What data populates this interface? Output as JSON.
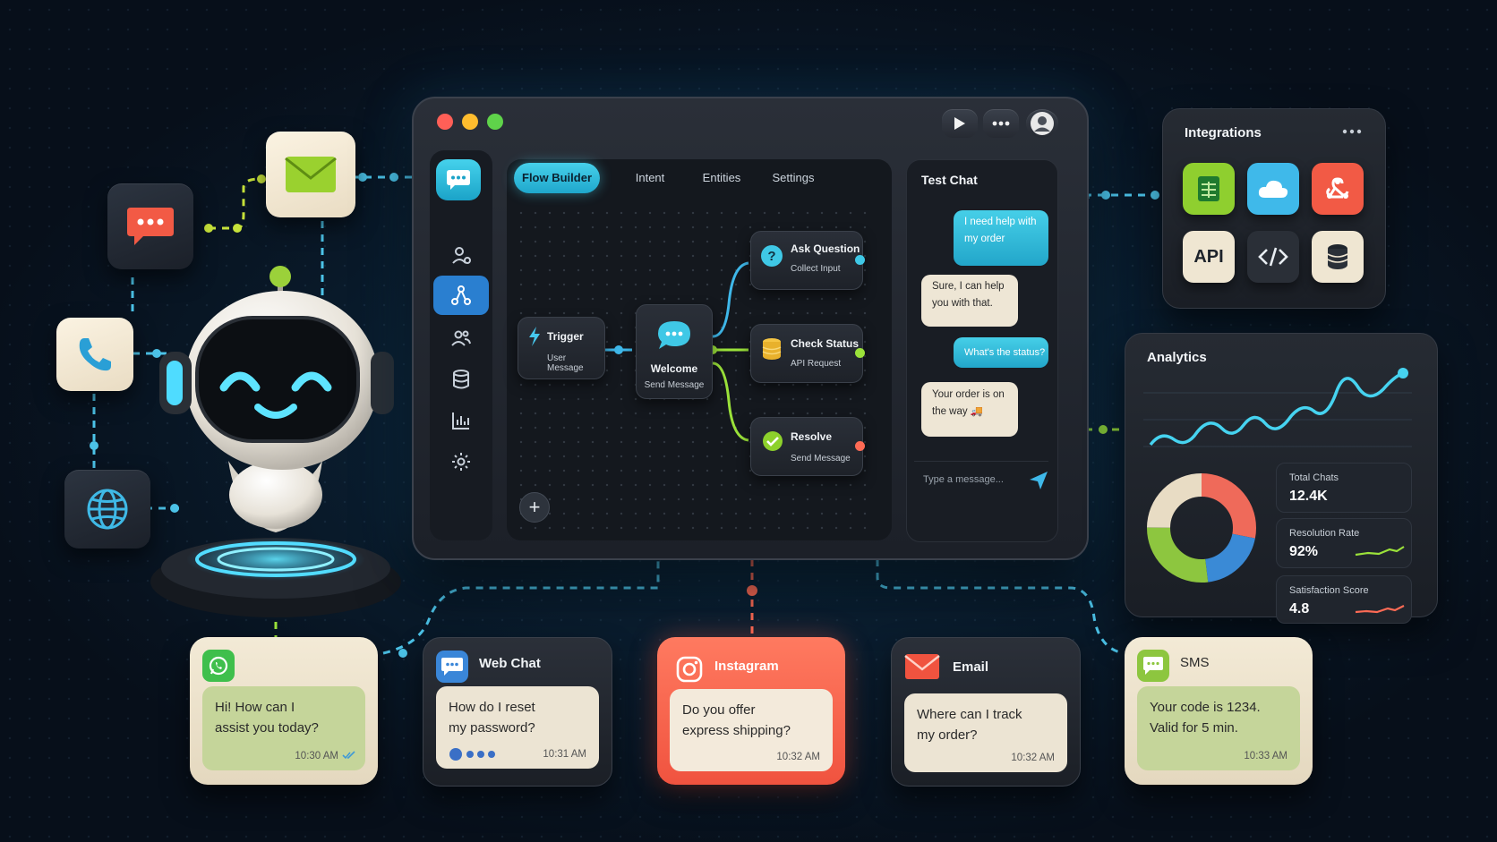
{
  "colors": {
    "accent_cyan": "#3fc8e6",
    "accent_blue": "#2a7fd0",
    "green": "#9be23a",
    "coral": "#ff6b55",
    "cream": "#efe6d2"
  },
  "window": {
    "tabs": [
      {
        "label": "Flow Builder",
        "active": true
      },
      {
        "label": "Intent",
        "active": false
      },
      {
        "label": "Entities",
        "active": false
      },
      {
        "label": "Settings",
        "active": false
      }
    ],
    "sidebar_icons": [
      "chat-logo-icon",
      "users-flow-icon",
      "flow-icon",
      "people-icon",
      "database-icon",
      "bar-chart-icon",
      "gear-icon"
    ],
    "nodes": {
      "trigger": {
        "title": "Trigger",
        "subtitle": "User Message"
      },
      "welcome": {
        "title": "Welcome",
        "subtitle": "Send Message"
      },
      "ask": {
        "title": "Ask Question",
        "subtitle": "Collect Input"
      },
      "check": {
        "title": "Check Status",
        "subtitle": "API Request"
      },
      "resolve": {
        "title": "Resolve",
        "subtitle": "Send Message"
      }
    },
    "test_chat": {
      "title": "Test Chat",
      "messages": [
        {
          "from": "user",
          "text1": "I need help with",
          "text2": "my order"
        },
        {
          "from": "bot",
          "text1": "Sure, I can help",
          "text2": "you with that."
        },
        {
          "from": "user",
          "text1": "What's the status?"
        },
        {
          "from": "bot",
          "text1": "Your order is on",
          "text2": "the way 🚚"
        }
      ],
      "input_placeholder": "Type a message..."
    }
  },
  "integrations": {
    "title": "Integrations",
    "tiles": [
      "sheets-icon",
      "cloud-icon",
      "webhook-icon",
      "API",
      "code-icon",
      "database-icon"
    ],
    "api_label": "API"
  },
  "analytics": {
    "title": "Analytics",
    "stats": [
      {
        "label": "Total Chats",
        "value": "12.4K"
      },
      {
        "label": "Resolution Rate",
        "value": "92%"
      },
      {
        "label": "Satisfaction Score",
        "value": "4.8"
      }
    ],
    "donut": [
      {
        "color": "#ef6a5a",
        "fraction": 0.28
      },
      {
        "color": "#3a8ad6",
        "fraction": 0.2
      },
      {
        "color": "#8dc63f",
        "fraction": 0.27
      },
      {
        "color": "#e8dcc4",
        "fraction": 0.25
      }
    ]
  },
  "channels": [
    {
      "name": "",
      "text1": "Hi! How can I",
      "text2": "assist you today?",
      "time": "10:30 AM"
    },
    {
      "name": "Web Chat",
      "text1": "How do I reset",
      "text2": "my password?",
      "time": "10:31 AM"
    },
    {
      "name": "Instagram",
      "text1": "Do you offer",
      "text2": "express shipping?",
      "time": "10:32 AM"
    },
    {
      "name": "Email",
      "text1": "Where can I track",
      "text2": "my order?",
      "time": "10:32 AM"
    },
    {
      "name": "SMS",
      "text1": "Your code is 1234.",
      "text2": "Valid for 5 min.",
      "time": "10:33 AM"
    }
  ]
}
